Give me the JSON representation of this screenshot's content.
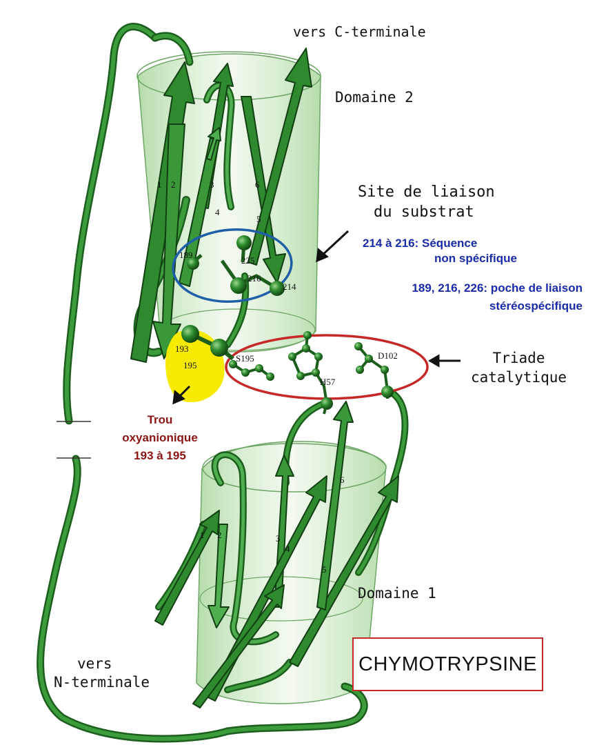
{
  "title": "CHYMOTRYPSINE",
  "labels": {
    "c_terminal": "vers C-terminale",
    "n_terminal": [
      "vers",
      "N-terminale"
    ],
    "domain2": "Domaine 2",
    "domain1": "Domaine 1",
    "binding_site": [
      "Site de liaison",
      "du substrat"
    ],
    "binding_nonspecific": [
      "214 à 216: Séquence",
      "non spécifique"
    ],
    "binding_pocket": [
      "189, 216, 226: poche de liaison",
      "stéréospécifique"
    ],
    "triad": [
      "Triade",
      "catalytique"
    ],
    "oxyanion": [
      "Trou",
      "oxyanionique",
      "193 à 195"
    ]
  },
  "residues": {
    "r189": "189",
    "r225": "225",
    "r216": "216",
    "r214": "214",
    "r193": "193",
    "r195": "195",
    "s195": "S195",
    "h57": "H57",
    "d102": "D102"
  },
  "strand_numbers": {
    "d2": [
      "1",
      "2",
      "3",
      "4",
      "5",
      "6"
    ],
    "d1": [
      "1",
      "2",
      "3",
      "4",
      "5",
      "6"
    ]
  },
  "colors": {
    "ribbon": "#2f8a2f",
    "ribbon_dark": "#1c5e1c",
    "barrel": "#b9deb0",
    "atom": "#2e8b2e",
    "binding_ellipse": "#1f5fa8",
    "triad_ellipse": "#c62828",
    "oxyanion_fill": "#f5ea00",
    "label_blue": "#1a2ba8",
    "label_red": "#8b1414"
  }
}
